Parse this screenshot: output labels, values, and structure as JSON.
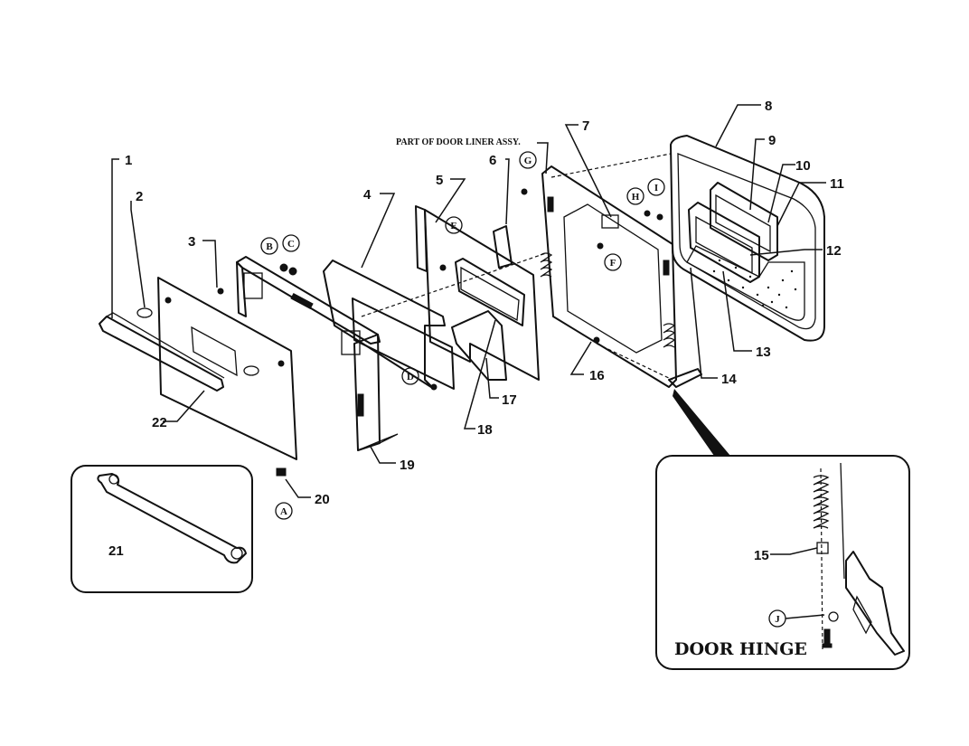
{
  "labels": {
    "p1": "1",
    "p2": "2",
    "p3": "3",
    "p4": "4",
    "p5": "5",
    "p6": "6",
    "p7": "7",
    "p8": "8",
    "p9": "9",
    "p10": "10",
    "p11": "11",
    "p12": "12",
    "p13": "13",
    "p14": "14",
    "p15": "15",
    "p16": "16",
    "p17": "17",
    "p18": "18",
    "p19": "19",
    "p20": "20",
    "p21": "21",
    "p22": "22"
  },
  "callouts": {
    "A": "A",
    "B": "B",
    "C": "C",
    "D": "D",
    "E": "E",
    "F": "F",
    "G": "G",
    "H": "H",
    "I": "I",
    "J": "J"
  },
  "notes": {
    "door_liner": "PART OF DOOR LINER ASSY.",
    "door_hinge": "DOOR HINGE"
  }
}
